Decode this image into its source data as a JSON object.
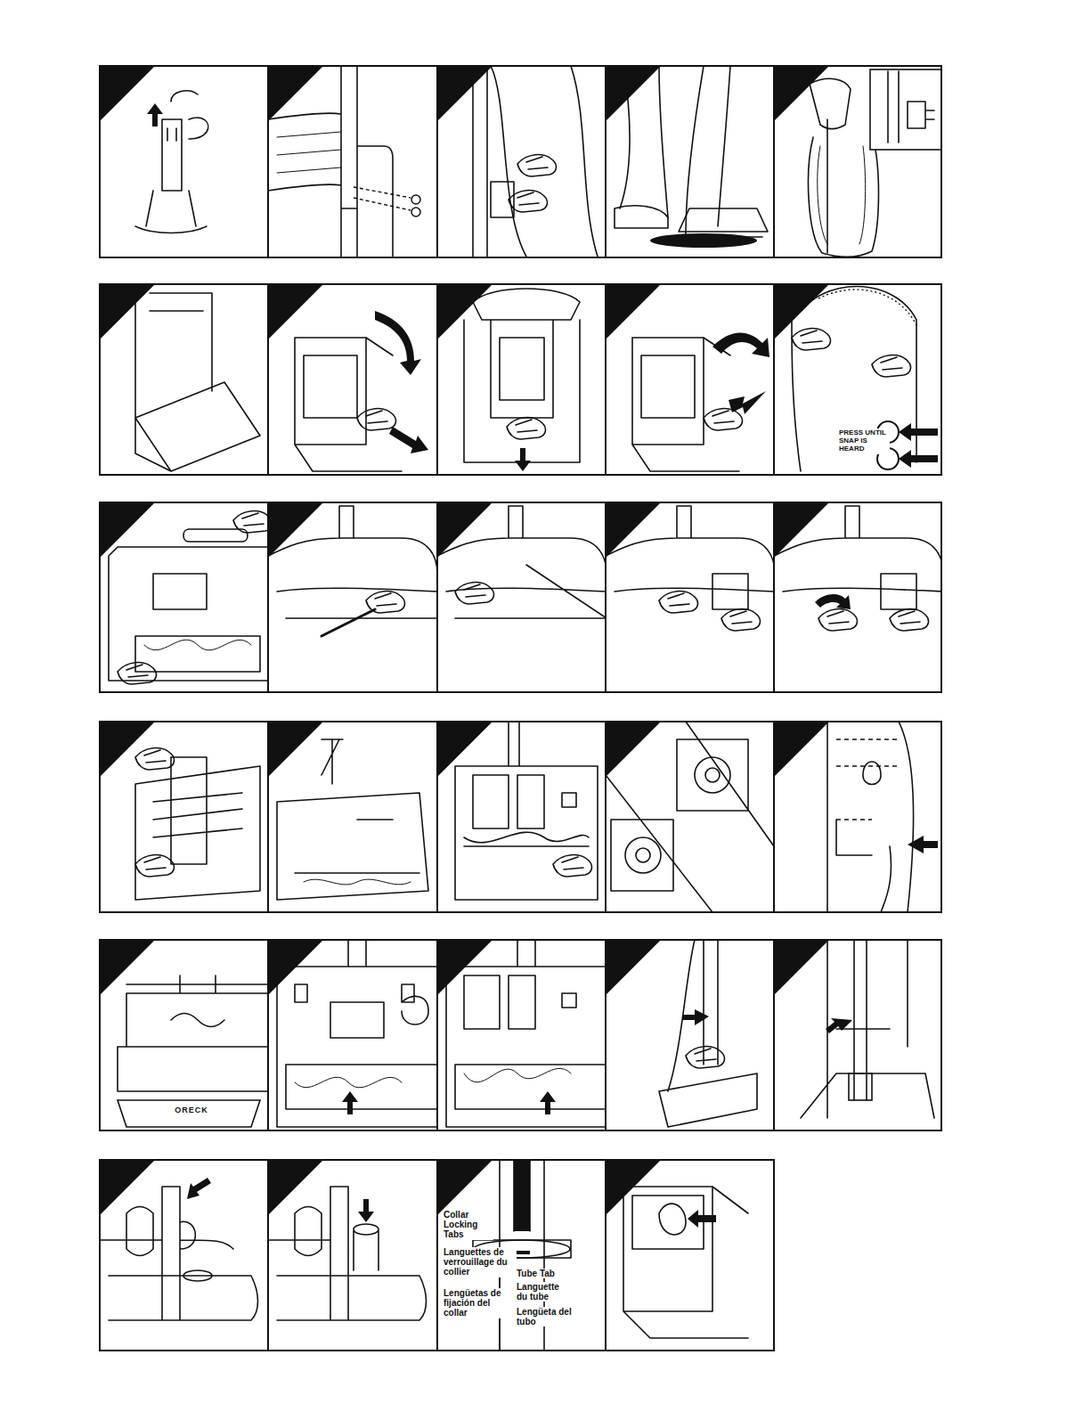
{
  "diagram": {
    "labels": [
      "PRESS UNTIL SNAP IS HEARD",
      "Collar Locking Tabs",
      "Languettes de verrouillage du collier",
      "Lengüetas de fijación del collar",
      "Tube Tab",
      "Languette du tube",
      "Lengüeta del tubo",
      "ORECK"
    ]
  }
}
